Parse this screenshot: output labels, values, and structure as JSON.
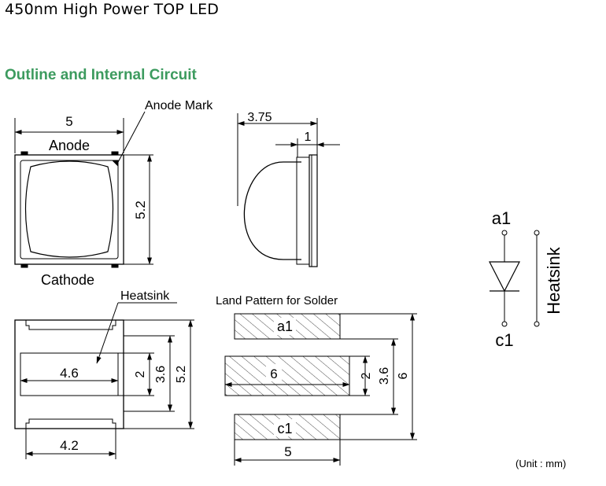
{
  "header": {
    "title": "450nm High Power TOP LED",
    "section": "Outline and Internal Circuit"
  },
  "top_view": {
    "anode_mark": "Anode Mark",
    "anode": "Anode",
    "cathode": "Cathode",
    "width": "5",
    "height": "5.2"
  },
  "side_view": {
    "depth": "3.75",
    "flange": "1"
  },
  "bottom_view": {
    "heatsink": "Heatsink",
    "pad_width": "4.6",
    "pad_height": "2",
    "inner_height": "3.6",
    "outer_height": "5.2",
    "bottom_width": "4.2"
  },
  "land_pattern": {
    "title": "Land Pattern for Solder",
    "pad_a": "a1",
    "pad_c": "c1",
    "center_width": "6",
    "center_height": "2",
    "inner_height": "3.6",
    "outer_height": "6",
    "bottom_width": "5"
  },
  "circuit": {
    "anode": "a1",
    "cathode": "c1",
    "heatsink": "Heatsink"
  },
  "footer": {
    "unit": "(Unit : mm)"
  }
}
